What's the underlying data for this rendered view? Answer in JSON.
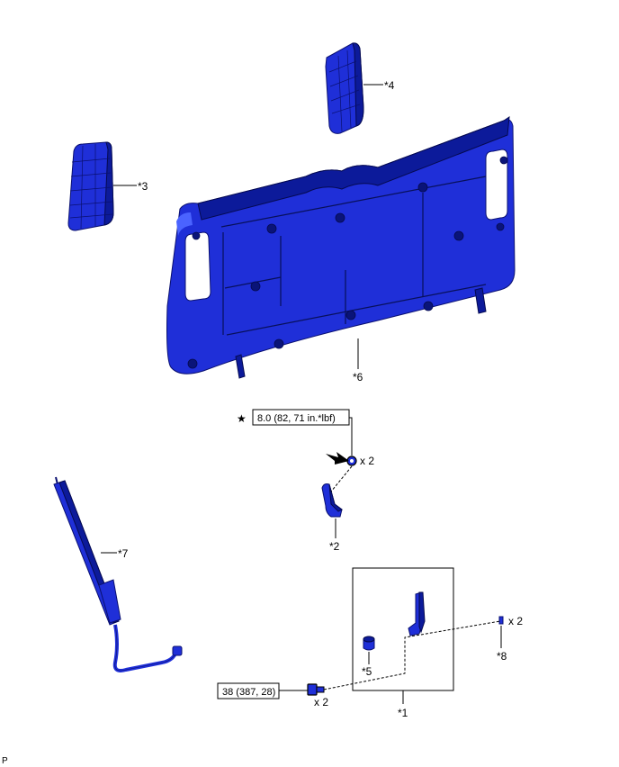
{
  "parts": {
    "p1": "*1",
    "p2": "*2",
    "p3": "*3",
    "p4": "*4",
    "p5": "*5",
    "p6": "*6",
    "p7": "*7",
    "p8": "*8"
  },
  "quantities": {
    "clip": "x 2",
    "bolt": "x 2",
    "pin": "x 2"
  },
  "torque": {
    "upper": "8.0 (82, 71 in.*lbf)",
    "lower": "38 (387, 28)"
  },
  "star_symbol": "★",
  "corner_mark": "P",
  "colors": {
    "part_fill": "#1f2fd8",
    "part_outline": "#0a1070"
  }
}
